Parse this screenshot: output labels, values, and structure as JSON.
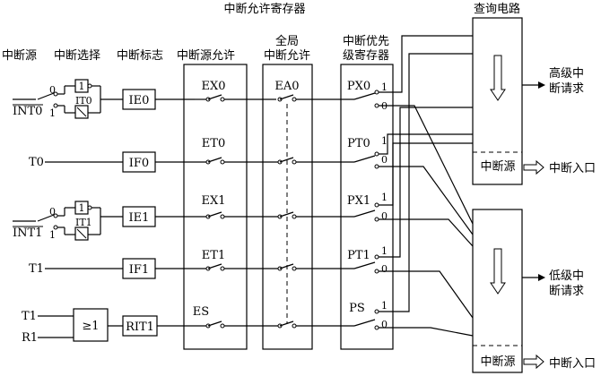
{
  "headers": {
    "interrupt_enable_reg": "中断允许寄存器",
    "poll_circuit": "查询电路",
    "source": "中断源",
    "select": "中断选择",
    "flag": "中断标志",
    "source_enable": "中断源允许",
    "global_line1": "全局",
    "global_line2": "中断允许",
    "priority_line1": "中断优先",
    "priority_line2": "级寄存器"
  },
  "sources": {
    "int0": "INT0",
    "t0": "T0",
    "int1": "INT1",
    "t1": "T1",
    "t1b": "T1",
    "r1": "R1"
  },
  "select_labels": {
    "it0": "IT0",
    "it1": "IT1",
    "zero": "0",
    "one": "1",
    "gate_one": "1"
  },
  "or_gate": "≥1",
  "flags": [
    "IE0",
    "IF0",
    "IE1",
    "IF1",
    "RIT1"
  ],
  "enables": [
    "EX0",
    "ET0",
    "EX1",
    "ET1",
    "ES"
  ],
  "global_enable": "EA0",
  "priorities": [
    "PX0",
    "PT0",
    "PX1",
    "PT1",
    "PS"
  ],
  "switch_pos": {
    "one": "1",
    "zero": "0"
  },
  "outputs": {
    "high_line1": "高级中",
    "high_line2": "断请求",
    "low_line1": "低级中",
    "low_line2": "断请求",
    "source_box": "中断源",
    "entry": "中断入口"
  }
}
